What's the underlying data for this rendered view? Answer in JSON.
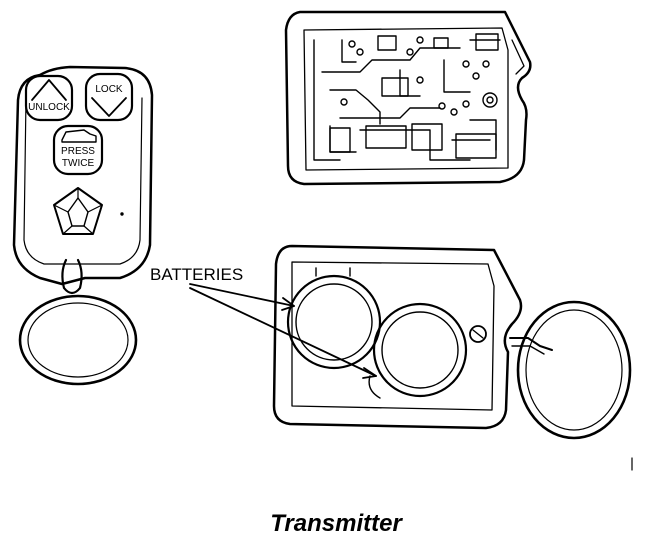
{
  "fob": {
    "buttons": {
      "unlock": "UNLOCK",
      "lock": "LOCK",
      "trunk_line1": "PRESS",
      "trunk_line2": "TWICE"
    }
  },
  "callout": {
    "label": "BATTERIES"
  },
  "caption": "Transmitter"
}
